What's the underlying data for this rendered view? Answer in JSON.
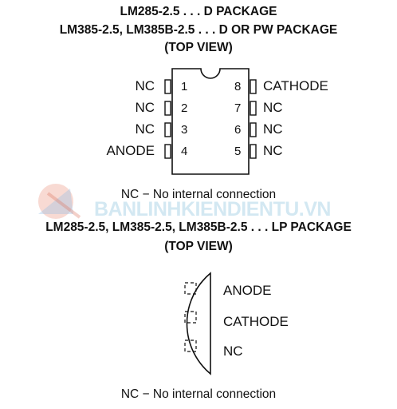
{
  "dpkg": {
    "title_line1": "LM285-2.5 . . . D PACKAGE",
    "title_line2": "LM385-2.5, LM385B-2.5 . . . D OR PW PACKAGE",
    "view": "(TOP VIEW)",
    "left_pins": [
      {
        "num": "1",
        "label": "NC"
      },
      {
        "num": "2",
        "label": "NC"
      },
      {
        "num": "3",
        "label": "NC"
      },
      {
        "num": "4",
        "label": "ANODE"
      }
    ],
    "right_pins": [
      {
        "num": "8",
        "label": "CATHODE"
      },
      {
        "num": "7",
        "label": "NC"
      },
      {
        "num": "6",
        "label": "NC"
      },
      {
        "num": "5",
        "label": "NC"
      }
    ],
    "note": "NC − No internal connection"
  },
  "watermark": "BANLINHKIENDIENTU.VN",
  "lpkg": {
    "title": "LM285-2.5, LM385-2.5, LM385B-2.5 . . . LP PACKAGE",
    "view": "(TOP VIEW)",
    "pins": [
      {
        "label": "ANODE"
      },
      {
        "label": "CATHODE"
      },
      {
        "label": "NC"
      }
    ],
    "note": "NC − No internal connection"
  }
}
